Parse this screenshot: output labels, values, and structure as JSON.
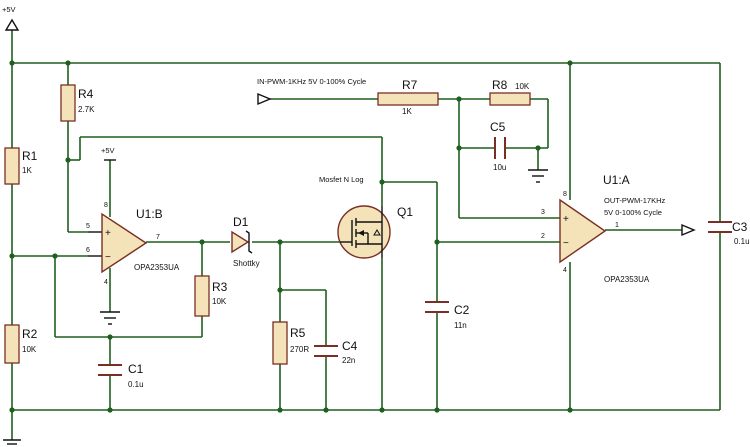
{
  "rails": {
    "vcc_top": "+5V",
    "vcc_opamp": "+5V"
  },
  "resistors": {
    "r1": {
      "ref": "R1",
      "value": "1K"
    },
    "r2": {
      "ref": "R2",
      "value": "10K"
    },
    "r3": {
      "ref": "R3",
      "value": "10K"
    },
    "r4": {
      "ref": "R4",
      "value": "2.7K"
    },
    "r5": {
      "ref": "R5",
      "value": "270R"
    },
    "r7": {
      "ref": "R7",
      "value": "1K"
    },
    "r8": {
      "ref": "R8",
      "value": "10K"
    }
  },
  "capacitors": {
    "c1": {
      "ref": "C1",
      "value": "0.1u"
    },
    "c2": {
      "ref": "C2",
      "value": "11n"
    },
    "c3": {
      "ref": "C3",
      "value": "0.1u"
    },
    "c4": {
      "ref": "C4",
      "value": "22n"
    },
    "c5": {
      "ref": "C5",
      "value": "10u"
    }
  },
  "opamps": {
    "u1b": {
      "ref": "U1:B",
      "part": "OPA2353UA",
      "pins": {
        "in_plus": "5",
        "in_minus": "6",
        "out": "7",
        "vplus": "8",
        "vminus": "4"
      }
    },
    "u1a": {
      "ref": "U1:A",
      "part": "OPA2353UA",
      "pins": {
        "in_plus": "3",
        "in_minus": "2",
        "out": "1",
        "vplus": "8",
        "vminus": "4"
      }
    }
  },
  "diode": {
    "ref": "D1",
    "value": "Shottky"
  },
  "mosfet": {
    "ref": "Q1",
    "label": "Mosfet N Log"
  },
  "terminals": {
    "input": "IN-PWM-1KHz 5V 0-100% Cycle",
    "output_line1": "OUT-PWM-17KHz",
    "output_line2": "5V 0-100% Cycle"
  }
}
